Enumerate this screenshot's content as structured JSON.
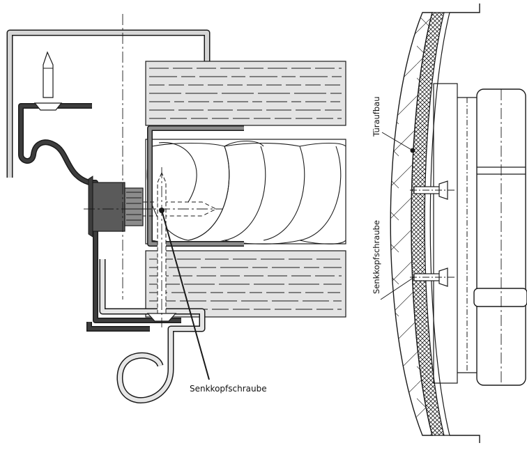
{
  "labels": {
    "left_callout": "Senkkopfschraube",
    "right_top": "Türaufbau",
    "right_mid": "Senkkopfschraube"
  },
  "colors": {
    "line": "#1a1a1a",
    "panel_fill": "#e3e3e3",
    "dark_profile": "#3d3d3d",
    "mid_profile": "#8c8c8c",
    "light_profile": "#d6d6d6",
    "screw_fill": "#e8e8e8"
  }
}
